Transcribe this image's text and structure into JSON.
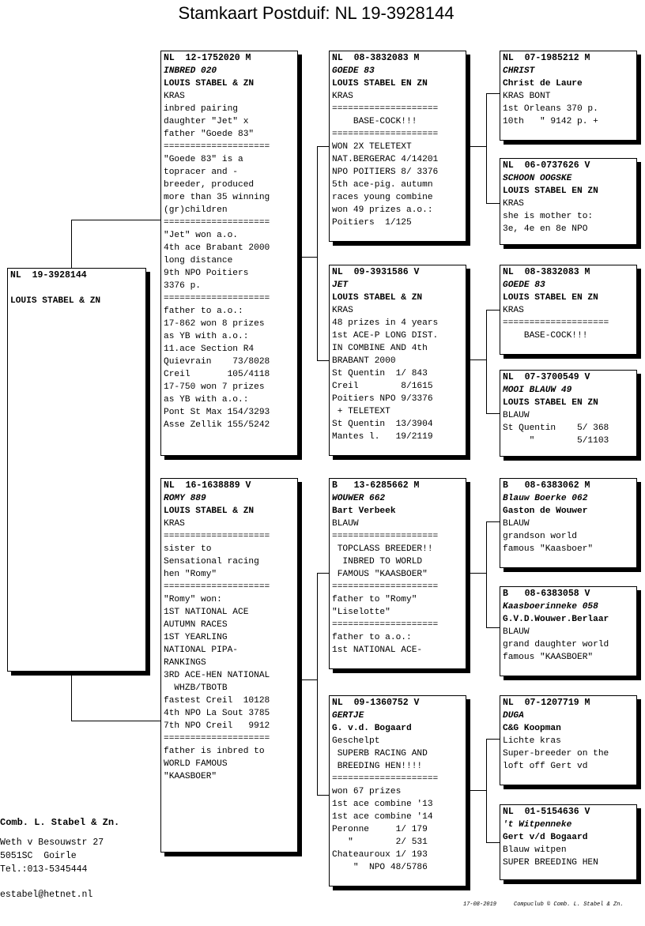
{
  "title": "Stamkaart Postduif: NL  19-3928144",
  "subject": {
    "ring": "NL  19-3928144",
    "name": "",
    "owner": "LOUIS STABEL & ZN",
    "lines": []
  },
  "sire": {
    "ring": "NL  12-1752020 M",
    "name": "INBRED 020",
    "owner": "LOUIS STABEL & ZN",
    "lines": [
      "KRAS",
      "inbred pairing",
      "daughter \"Jet\" x",
      "father \"Goede 83\"",
      "====================",
      "\"Goede 83\" is a",
      "topracer and -",
      "breeder, produced",
      "more than 35 winning",
      "(gr)children",
      "====================",
      "\"Jet\" won a.o.",
      "4th ace Brabant 2000",
      "long distance",
      "9th NPO Poitiers",
      "3376 p.",
      "====================",
      "father to a.o.:",
      "17-862 won 8 prizes",
      "as YB with a.o.:",
      "11.ace Section R4",
      "Quievrain    73/8028",
      "Creil       105/4118",
      "17-750 won 7 prizes",
      "as YB with a.o.:",
      "Pont St Max 154/3293",
      "Asse Zellik 155/5242"
    ]
  },
  "dam": {
    "ring": "NL  16-1638889 V",
    "name": "ROMY 889",
    "owner": "LOUIS STABEL & ZN",
    "lines": [
      "KRAS",
      "====================",
      "sister to",
      "Sensational racing",
      "hen \"Romy\"",
      "====================",
      "\"Romy\" won:",
      "1ST NATIONAL ACE",
      "AUTUMN RACES",
      "1ST YEARLING",
      "NATIONAL PIPA-",
      "RANKINGS",
      "3RD ACE-HEN NATIONAL",
      "  WHZB/TBOTB",
      "fastest Creil  10128",
      "4th NPO La Sout 3785",
      "7th NPO Creil   9912",
      "====================",
      "father is inbred to",
      "WORLD FAMOUS",
      "\"KAASBOER\""
    ]
  },
  "ss": {
    "ring": "NL  08-3832083 M",
    "name": "GOEDE 83",
    "owner": "LOUIS STABEL EN ZN",
    "lines": [
      "KRAS",
      "====================",
      "    BASE-COCK!!!",
      "====================",
      "WON 2X TELETEXT",
      "NAT.BERGERAC 4/14201",
      "NPO POITIERS 8/ 3376",
      "5th ace-pig. autumn",
      "races young combine",
      "won 49 prizes a.o.:",
      "Poitiers  1/125"
    ]
  },
  "sd": {
    "ring": "NL  09-3931586 V",
    "name": "JET",
    "owner": "LOUIS STABEL & ZN",
    "lines": [
      "KRAS",
      "48 prizes in 4 years",
      "1st ACE-P LONG DIST.",
      "IN COMBINE AND 4th",
      "BRABANT 2000",
      "St Quentin  1/ 843",
      "Creil        8/1615",
      "Poitiers NPO 9/3376",
      " + TELETEXT",
      "St Quentin  13/3904",
      "Mantes l.   19/2119"
    ]
  },
  "ds": {
    "ring": "B   13-6285662 M",
    "name": "WOUWER 662",
    "owner": "Bart Verbeek",
    "lines": [
      "BLAUW",
      "====================",
      " TOPCLASS BREEDER!!",
      "  INBRED TO WORLD",
      " FAMOUS \"KAASBOER\"",
      "====================",
      "father to \"Romy\"",
      "\"Liselotte\"",
      "====================",
      "father to a.o.:",
      "1st NATIONAL ACE-"
    ]
  },
  "dd": {
    "ring": "NL  09-1360752 V",
    "name": "GERTJE",
    "owner": "G. v.d. Bogaard",
    "lines": [
      "Geschelpt",
      " SUPERB RACING AND",
      " BREEDING HEN!!!!",
      "====================",
      "won 67 prizes",
      "1st ace combine '13",
      "1st ace combine '14",
      "Peronne     1/ 179",
      "   \"        2/ 531",
      "Chateauroux 1/ 193",
      "    \"  NPO 48/5786"
    ]
  },
  "sss": {
    "ring": "NL  07-1985212 M",
    "name": "CHRIST",
    "owner": "Christ de Laure",
    "lines": [
      "KRAS BONT",
      "1st Orleans 370 p.",
      "10th   \" 9142 p. +"
    ]
  },
  "ssd": {
    "ring": "NL  06-0737626 V",
    "name": "SCHOON OOGSKE",
    "owner": "LOUIS STABEL EN ZN",
    "lines": [
      "KRAS",
      "she is mother to:",
      "3e, 4e en 8e NPO"
    ]
  },
  "sds": {
    "ring": "NL  08-3832083 M",
    "name": "GOEDE 83",
    "owner": "LOUIS STABEL EN ZN",
    "lines": [
      "KRAS",
      "====================",
      "    BASE-COCK!!!"
    ]
  },
  "sdd": {
    "ring": "NL  07-3700549 V",
    "name": "MOOI BLAUW 49",
    "owner": "LOUIS STABEL EN ZN",
    "lines": [
      "BLAUW",
      "St Quentin    5/ 368",
      "     \"        5/1103"
    ]
  },
  "dss": {
    "ring": "B   08-6383062 M",
    "name": "Blauw Boerke 062",
    "owner": "Gaston de Wouwer",
    "lines": [
      "BLAUW",
      "grandson world",
      "famous \"Kaasboer\""
    ]
  },
  "dsd": {
    "ring": "B   08-6383058 V",
    "name": "Kaasboerinneke 058",
    "owner": "G.V.D.Wouwer.Berlaar",
    "lines": [
      "BLAUW",
      "grand daughter world",
      "famous \"KAASBOER\""
    ]
  },
  "dds": {
    "ring": "NL  07-1207719 M",
    "name": "DUGA",
    "owner": "C&G Koopman",
    "lines": [
      "Lichte kras",
      "Super-breeder on the",
      "loft off Gert vd"
    ]
  },
  "ddd": {
    "ring": "NL  01-5154636 V",
    "name": "'t Witpenneke",
    "owner": "Gert v/d Bogaard",
    "lines": [
      "Blauw witpen",
      "SUPER BREEDING HEN"
    ]
  },
  "footer": {
    "company": "Comb. L. Stabel & Zn.",
    "address": [
      "Weth v Besouwstr 27",
      "5051SC  Goirle",
      "Tel.:013-5345444"
    ],
    "email": "estabel@hetnet.nl",
    "date": "17-08-2019",
    "credit": "Compuclub © Comb. L. Stabel & Zn."
  }
}
